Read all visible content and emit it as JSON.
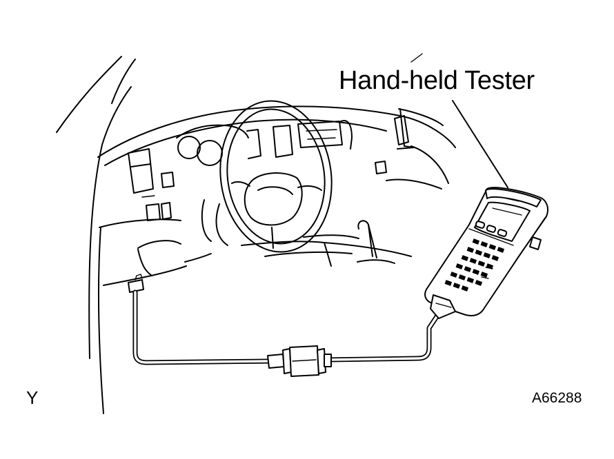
{
  "figure": {
    "callout_label": "Hand-held Tester",
    "corner_code": "Y",
    "figure_id": "A66288"
  },
  "colors": {
    "line": "#000000",
    "background": "#ffffff"
  }
}
